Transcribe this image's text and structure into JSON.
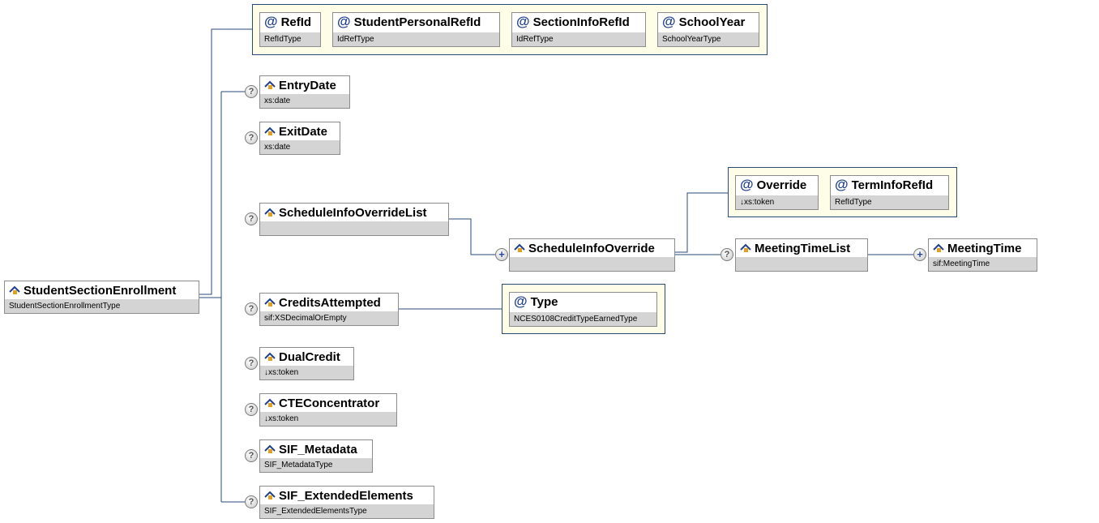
{
  "root": {
    "name": "StudentSectionEnrollment",
    "type": "StudentSectionEnrollmentType",
    "icon": "element-icon"
  },
  "root_attributes": [
    {
      "name": "RefId",
      "type": "RefIdType"
    },
    {
      "name": "StudentPersonalRefId",
      "type": "IdRefType"
    },
    {
      "name": "SectionInfoRefId",
      "type": "IdRefType"
    },
    {
      "name": "SchoolYear",
      "type": "SchoolYearType"
    }
  ],
  "children": {
    "entry_date": {
      "name": "EntryDate",
      "type": "xs:date",
      "optional": "?"
    },
    "exit_date": {
      "name": "ExitDate",
      "type": "xs:date",
      "optional": "?"
    },
    "schedule_list": {
      "name": "ScheduleInfoOverrideList",
      "type": "",
      "optional": "?"
    },
    "credits_attempted": {
      "name": "CreditsAttempted",
      "type": "sif:XSDecimalOrEmpty",
      "optional": "?"
    },
    "dual_credit": {
      "name": "DualCredit",
      "type": "↓xs:token",
      "optional": "?"
    },
    "cte_concentrator": {
      "name": "CTEConcentrator",
      "type": "↓xs:token",
      "optional": "?"
    },
    "sif_metadata": {
      "name": "SIF_Metadata",
      "type": "SIF_MetadataType",
      "optional": "?"
    },
    "sif_extended": {
      "name": "SIF_ExtendedElements",
      "type": "SIF_ExtendedElementsType",
      "optional": "?"
    }
  },
  "credits_attributes": [
    {
      "name": "Type",
      "type": "NCES0108CreditTypeEarnedType"
    }
  ],
  "schedule_override": {
    "name": "ScheduleInfoOverride",
    "type": "",
    "multiplicity": "+"
  },
  "schedule_override_attributes": [
    {
      "name": "Override",
      "type": "↓xs:token"
    },
    {
      "name": "TermInfoRefId",
      "type": "RefIdType"
    }
  ],
  "meeting_time_list": {
    "name": "MeetingTimeList",
    "type": "",
    "optional": "?"
  },
  "meeting_time": {
    "name": "MeetingTime",
    "type": "sif:MeetingTime",
    "multiplicity": "+"
  },
  "attribute_symbol": "@",
  "colors": {
    "connector": "#2a4a7a",
    "type_bar": "#d4d4d4",
    "group_fill": "#fdfde8",
    "border": "#8c8c8c"
  }
}
